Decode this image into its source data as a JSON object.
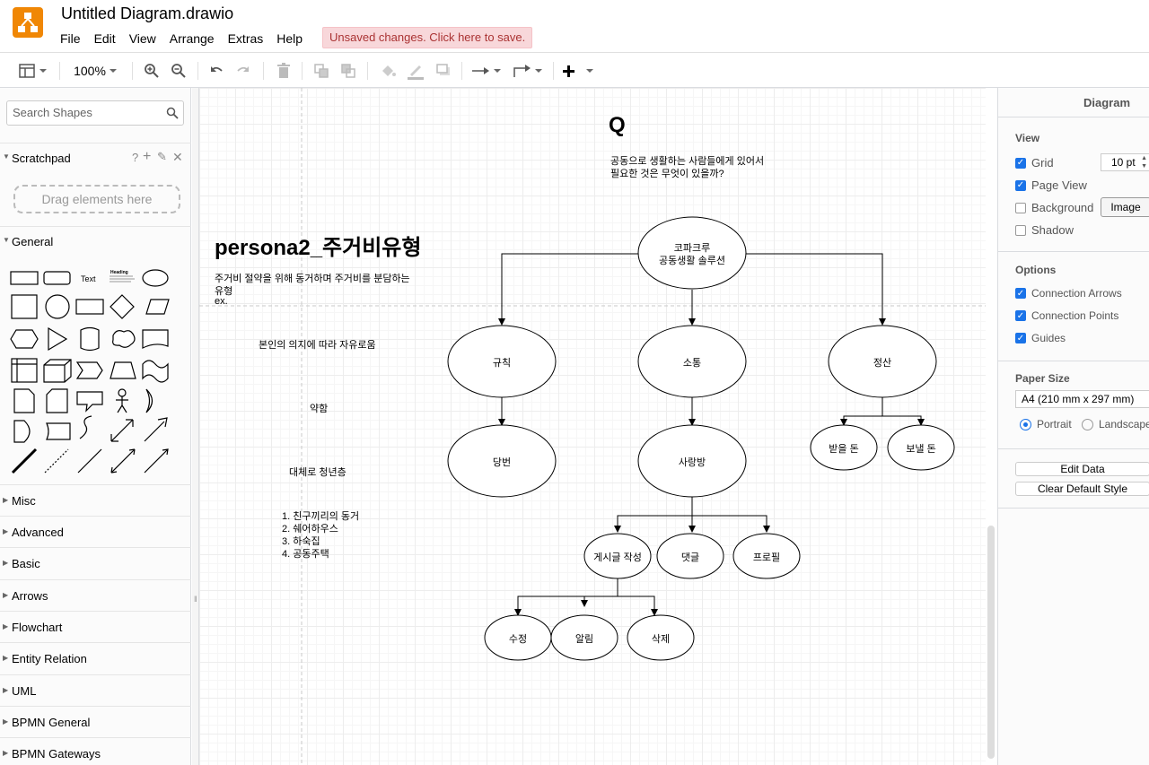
{
  "app": {
    "title": "Untitled Diagram.drawio",
    "unsaved_label": "Unsaved changes. Click here to save.",
    "menus": [
      "File",
      "Edit",
      "View",
      "Arrange",
      "Extras",
      "Help"
    ]
  },
  "toolbar": {
    "zoom": "100%"
  },
  "sidebar": {
    "search_placeholder": "Search Shapes",
    "scratchpad_label": "Scratchpad",
    "scratchpad_help": "?",
    "drag_hint": "Drag elements here",
    "general_label": "General",
    "shape_text_label": "Text",
    "shape_heading_label": "Heading",
    "sections": [
      "Misc",
      "Advanced",
      "Basic",
      "Arrows",
      "Flowchart",
      "Entity Relation",
      "UML",
      "BPMN General",
      "BPMN Gateways"
    ]
  },
  "diagram": {
    "q_title": "Q",
    "q_line1": "공동으로 생활하는 사람들에게 있어서",
    "q_line2": "필요한 것은 무엇이 있을까?",
    "persona_title": "persona2_주거비유형",
    "persona_desc1": "주거비 절약을 위해 동거하며 주거비를 분담하는",
    "persona_desc2": "유형",
    "persona_desc3": "ex.",
    "note1": "본인의 의지에 따라 자유로움",
    "note2": "약함",
    "note3": "대체로 청년층",
    "list": [
      "1. 친구끼리의 동거",
      "2. 쉐어하우스",
      "3. 하숙집",
      "4. 공동주택"
    ],
    "root_line1": "코파크루",
    "root_line2": "공동생활 솔루션",
    "rule": "규칙",
    "duty": "당번",
    "comm": "소통",
    "lounge": "사랑방",
    "settle": "정산",
    "receive": "받을 돈",
    "send": "보낼 돈",
    "post": "게시글 작성",
    "comment": "댓글",
    "profile": "프로필",
    "edit": "수정",
    "notify": "알림",
    "delete": "삭제"
  },
  "format_panel": {
    "title": "Diagram",
    "view_label": "View",
    "grid_label": "Grid",
    "grid_size": "10 pt",
    "page_view_label": "Page View",
    "background_label": "Background",
    "image_button": "Image",
    "shadow_label": "Shadow",
    "options_label": "Options",
    "connection_arrows_label": "Connection Arrows",
    "connection_points_label": "Connection Points",
    "guides_label": "Guides",
    "paper_size_label": "Paper Size",
    "paper_size_value": "A4 (210 mm x 297 mm)",
    "portrait_label": "Portrait",
    "landscape_label": "Landscape",
    "edit_data_button": "Edit Data",
    "clear_default_style_button": "Clear Default Style"
  },
  "colors": {
    "accent": "#1a73e8",
    "logo": "#f08705",
    "unsaved_bg": "#f8d7da"
  }
}
